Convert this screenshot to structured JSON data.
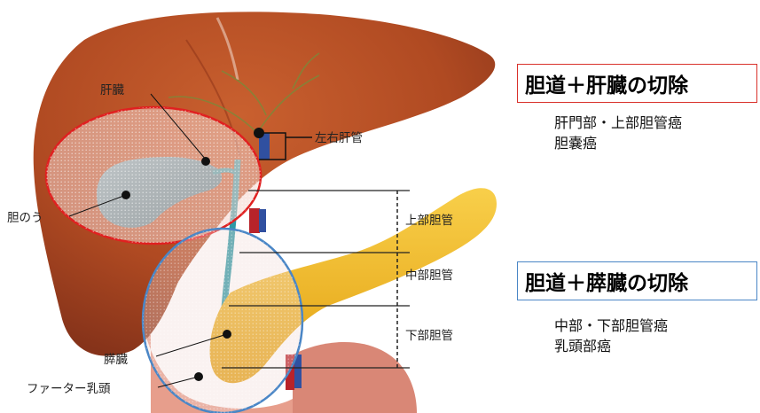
{
  "labels": {
    "liver": "肝臓",
    "gallbladder": "胆のう",
    "hepatic_duct": "左右肝管",
    "pancreas": "膵臓",
    "papilla": "ファーター乳頭",
    "upper_duct": "上部胆管",
    "middle_duct": "中部胆管",
    "lower_duct": "下部胆管"
  },
  "boxes": {
    "liver_resection": {
      "title": "胆道＋肝臓の切除",
      "items": [
        "肝門部・上部胆管癌",
        "胆嚢癌"
      ],
      "border_color": "#d9312b"
    },
    "pancreas_resection": {
      "title": "胆道＋膵臓の切除",
      "items": [
        "中部・下部胆管癌",
        "乳頭部癌"
      ],
      "border_color": "#4a86c6"
    }
  },
  "colors": {
    "liver": "#b24a22",
    "pancreas": "#f2b81c",
    "gallbladder": "#3d7f8f",
    "duodenum": "#e79e8c",
    "red_circle": "#e02020",
    "blue_circle": "#4a86c6"
  }
}
